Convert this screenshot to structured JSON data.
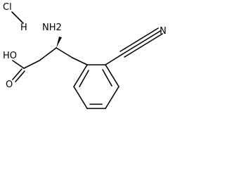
{
  "molecule": {
    "atom_labels": {
      "chlorine": "Cl",
      "hydrogen": "H",
      "amine": "NH2",
      "hydroxyl": "HO",
      "carbonyl_oxygen": "O",
      "nitrile_nitrogen": "N"
    },
    "colors": {
      "bond": "#000000",
      "text": "#000000",
      "background": "#ffffff"
    }
  }
}
